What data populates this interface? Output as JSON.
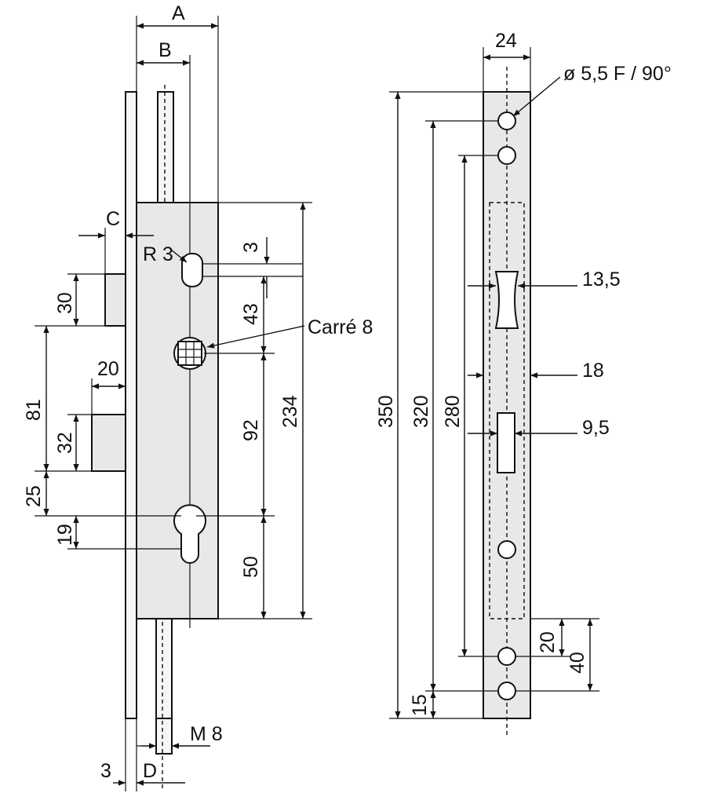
{
  "side_view": {
    "labels": {
      "A": "A",
      "B": "B",
      "C": "C",
      "D": "D",
      "R3": "R 3",
      "carre": "Carré 8",
      "M8": "M 8",
      "d3_top": "3",
      "d43": "43",
      "d92": "92",
      "d50": "50",
      "d234": "234",
      "d30": "30",
      "d81": "81",
      "d20": "20",
      "d32": "32",
      "d25": "25",
      "d19": "19",
      "d3_bottom": "3"
    }
  },
  "front_view": {
    "labels": {
      "d24": "24",
      "hole": "ø 5,5 F / 90°",
      "d13_5": "13,5",
      "d18": "18",
      "d9_5": "9,5",
      "d350": "350",
      "d320": "320",
      "d280": "280",
      "d20": "20",
      "d40": "40",
      "d15": "15"
    }
  }
}
